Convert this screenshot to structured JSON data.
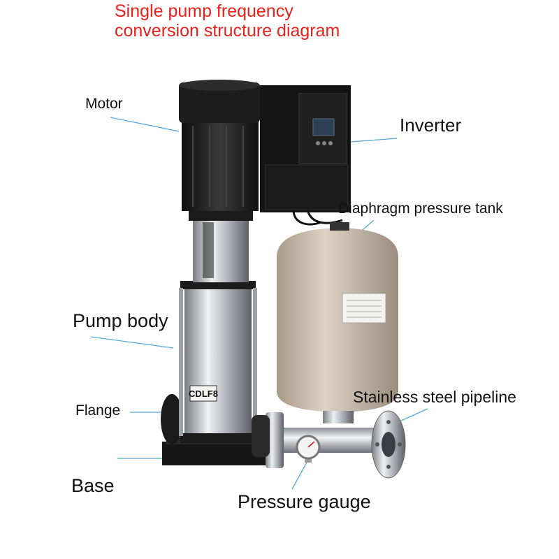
{
  "title": "Single pump frequency\nconversion structure diagram",
  "labels": {
    "motor": "Motor",
    "inverter": "Inverter",
    "tank": "Diaphragm pressure tank",
    "pump_body": "Pump body",
    "flange": "Flange",
    "pipeline": "Stainless steel pipeline",
    "base": "Base",
    "gauge": "Pressure gauge"
  },
  "pump_model_plate": "CDLF8",
  "colors": {
    "title": "#e8211c",
    "leader_line": "#5aa9d6",
    "motor": "#1e1e1e",
    "stainless": "#c9ccd0",
    "tank": "#cdbfae"
  }
}
